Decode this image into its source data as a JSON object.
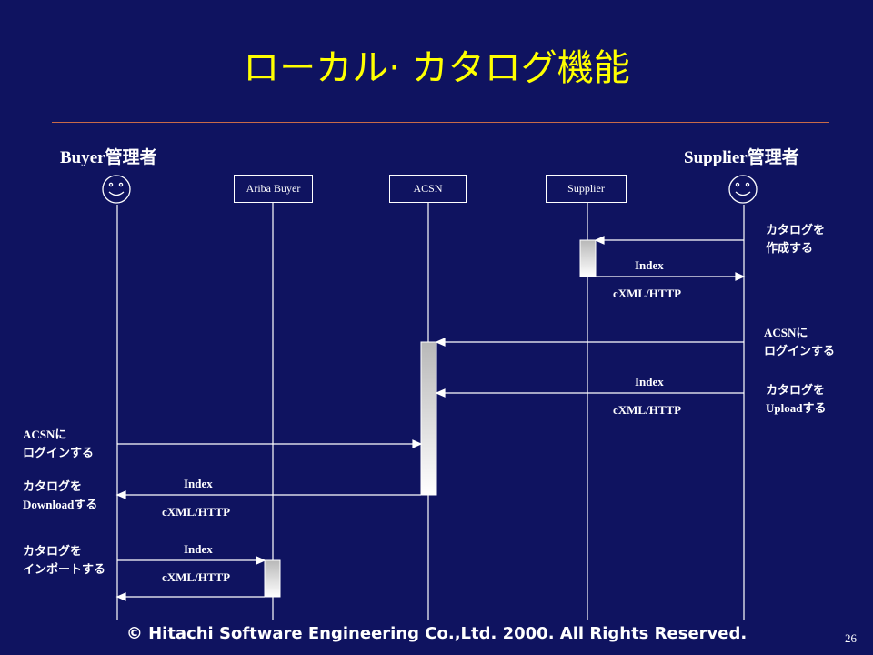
{
  "title": "ローカル· カタログ機能",
  "actors": {
    "buyer_admin": "Buyer管理者",
    "supplier_admin": "Supplier管理者"
  },
  "lifelines": [
    "Ariba Buyer",
    "ACSN",
    "Supplier"
  ],
  "notes": {
    "create_catalog": "カタログを\n作成する",
    "supplier_login": "ACSNに\nログインする",
    "upload_catalog": "カタログを\nUploadする",
    "buyer_login": "ACSNに\nログインする",
    "download_catalog": "カタログを\nDownloadする",
    "import_catalog": "カタログを\nインポートする"
  },
  "messages": {
    "index_1": "Index",
    "protocol_1": "cXML/HTTP",
    "index_2": "Index",
    "protocol_2": "cXML/HTTP",
    "index_3": "Index",
    "protocol_3": "cXML/HTTP",
    "index_4": "Index",
    "protocol_4": "cXML/HTTP"
  },
  "footer": "© Hitachi Software Engineering Co.,Ltd. 2000. All Rights Reserved.",
  "page_number": "26",
  "colors": {
    "background": "#0f1360",
    "title": "#ffff00",
    "rule": "#c86a48",
    "lines": "#ffffff"
  }
}
